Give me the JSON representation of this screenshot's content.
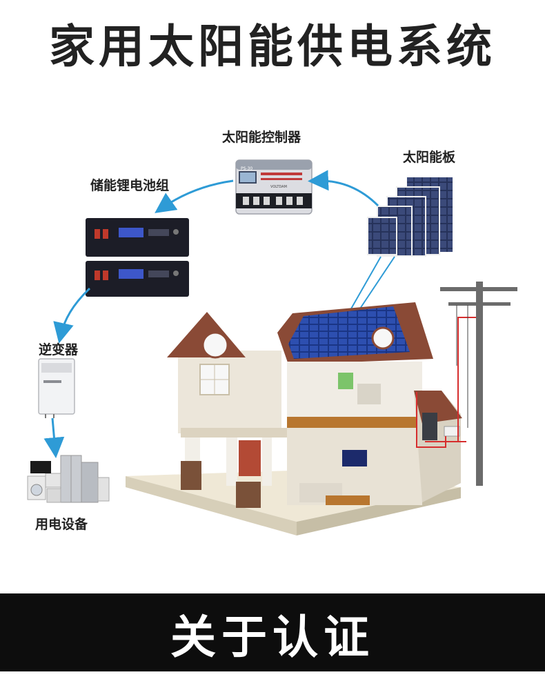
{
  "title": "家用太阳能供电系统",
  "labels": {
    "controller": "太阳能控制器",
    "solar_panel": "太阳能板",
    "battery": "储能锂电池组",
    "inverter": "逆变器",
    "appliances": "用电设备"
  },
  "controller_device": {
    "model_text": "PS-30",
    "brand_text": "VOLTDAM"
  },
  "banner": "关于认证",
  "colors": {
    "arrow": "#2e9bd6",
    "band": "#0d0d0d",
    "roof": "#8a4a36",
    "panel": "#1f3c88",
    "wall": "#ece6da"
  }
}
